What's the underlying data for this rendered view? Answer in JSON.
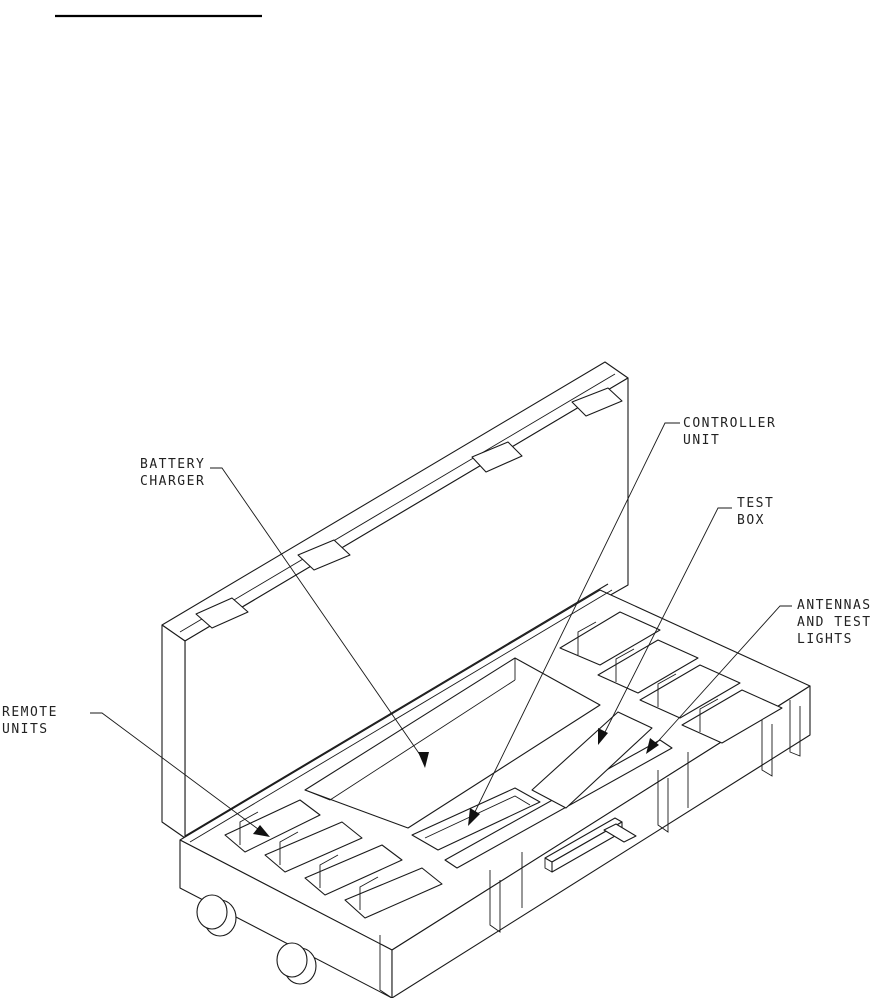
{
  "figure": {
    "callouts": [
      {
        "id": "battery-charger",
        "lines": [
          "BATTERY",
          "CHARGER"
        ]
      },
      {
        "id": "controller-unit",
        "lines": [
          "CONTROLLER",
          "UNIT"
        ]
      },
      {
        "id": "test-box",
        "lines": [
          "TEST",
          "BOX"
        ]
      },
      {
        "id": "antennas-test-lights",
        "lines": [
          "ANTENNAS",
          "AND TEST",
          "LIGHTS"
        ]
      },
      {
        "id": "remote-units",
        "lines": [
          "REMOTE",
          "UNITS"
        ]
      }
    ]
  }
}
